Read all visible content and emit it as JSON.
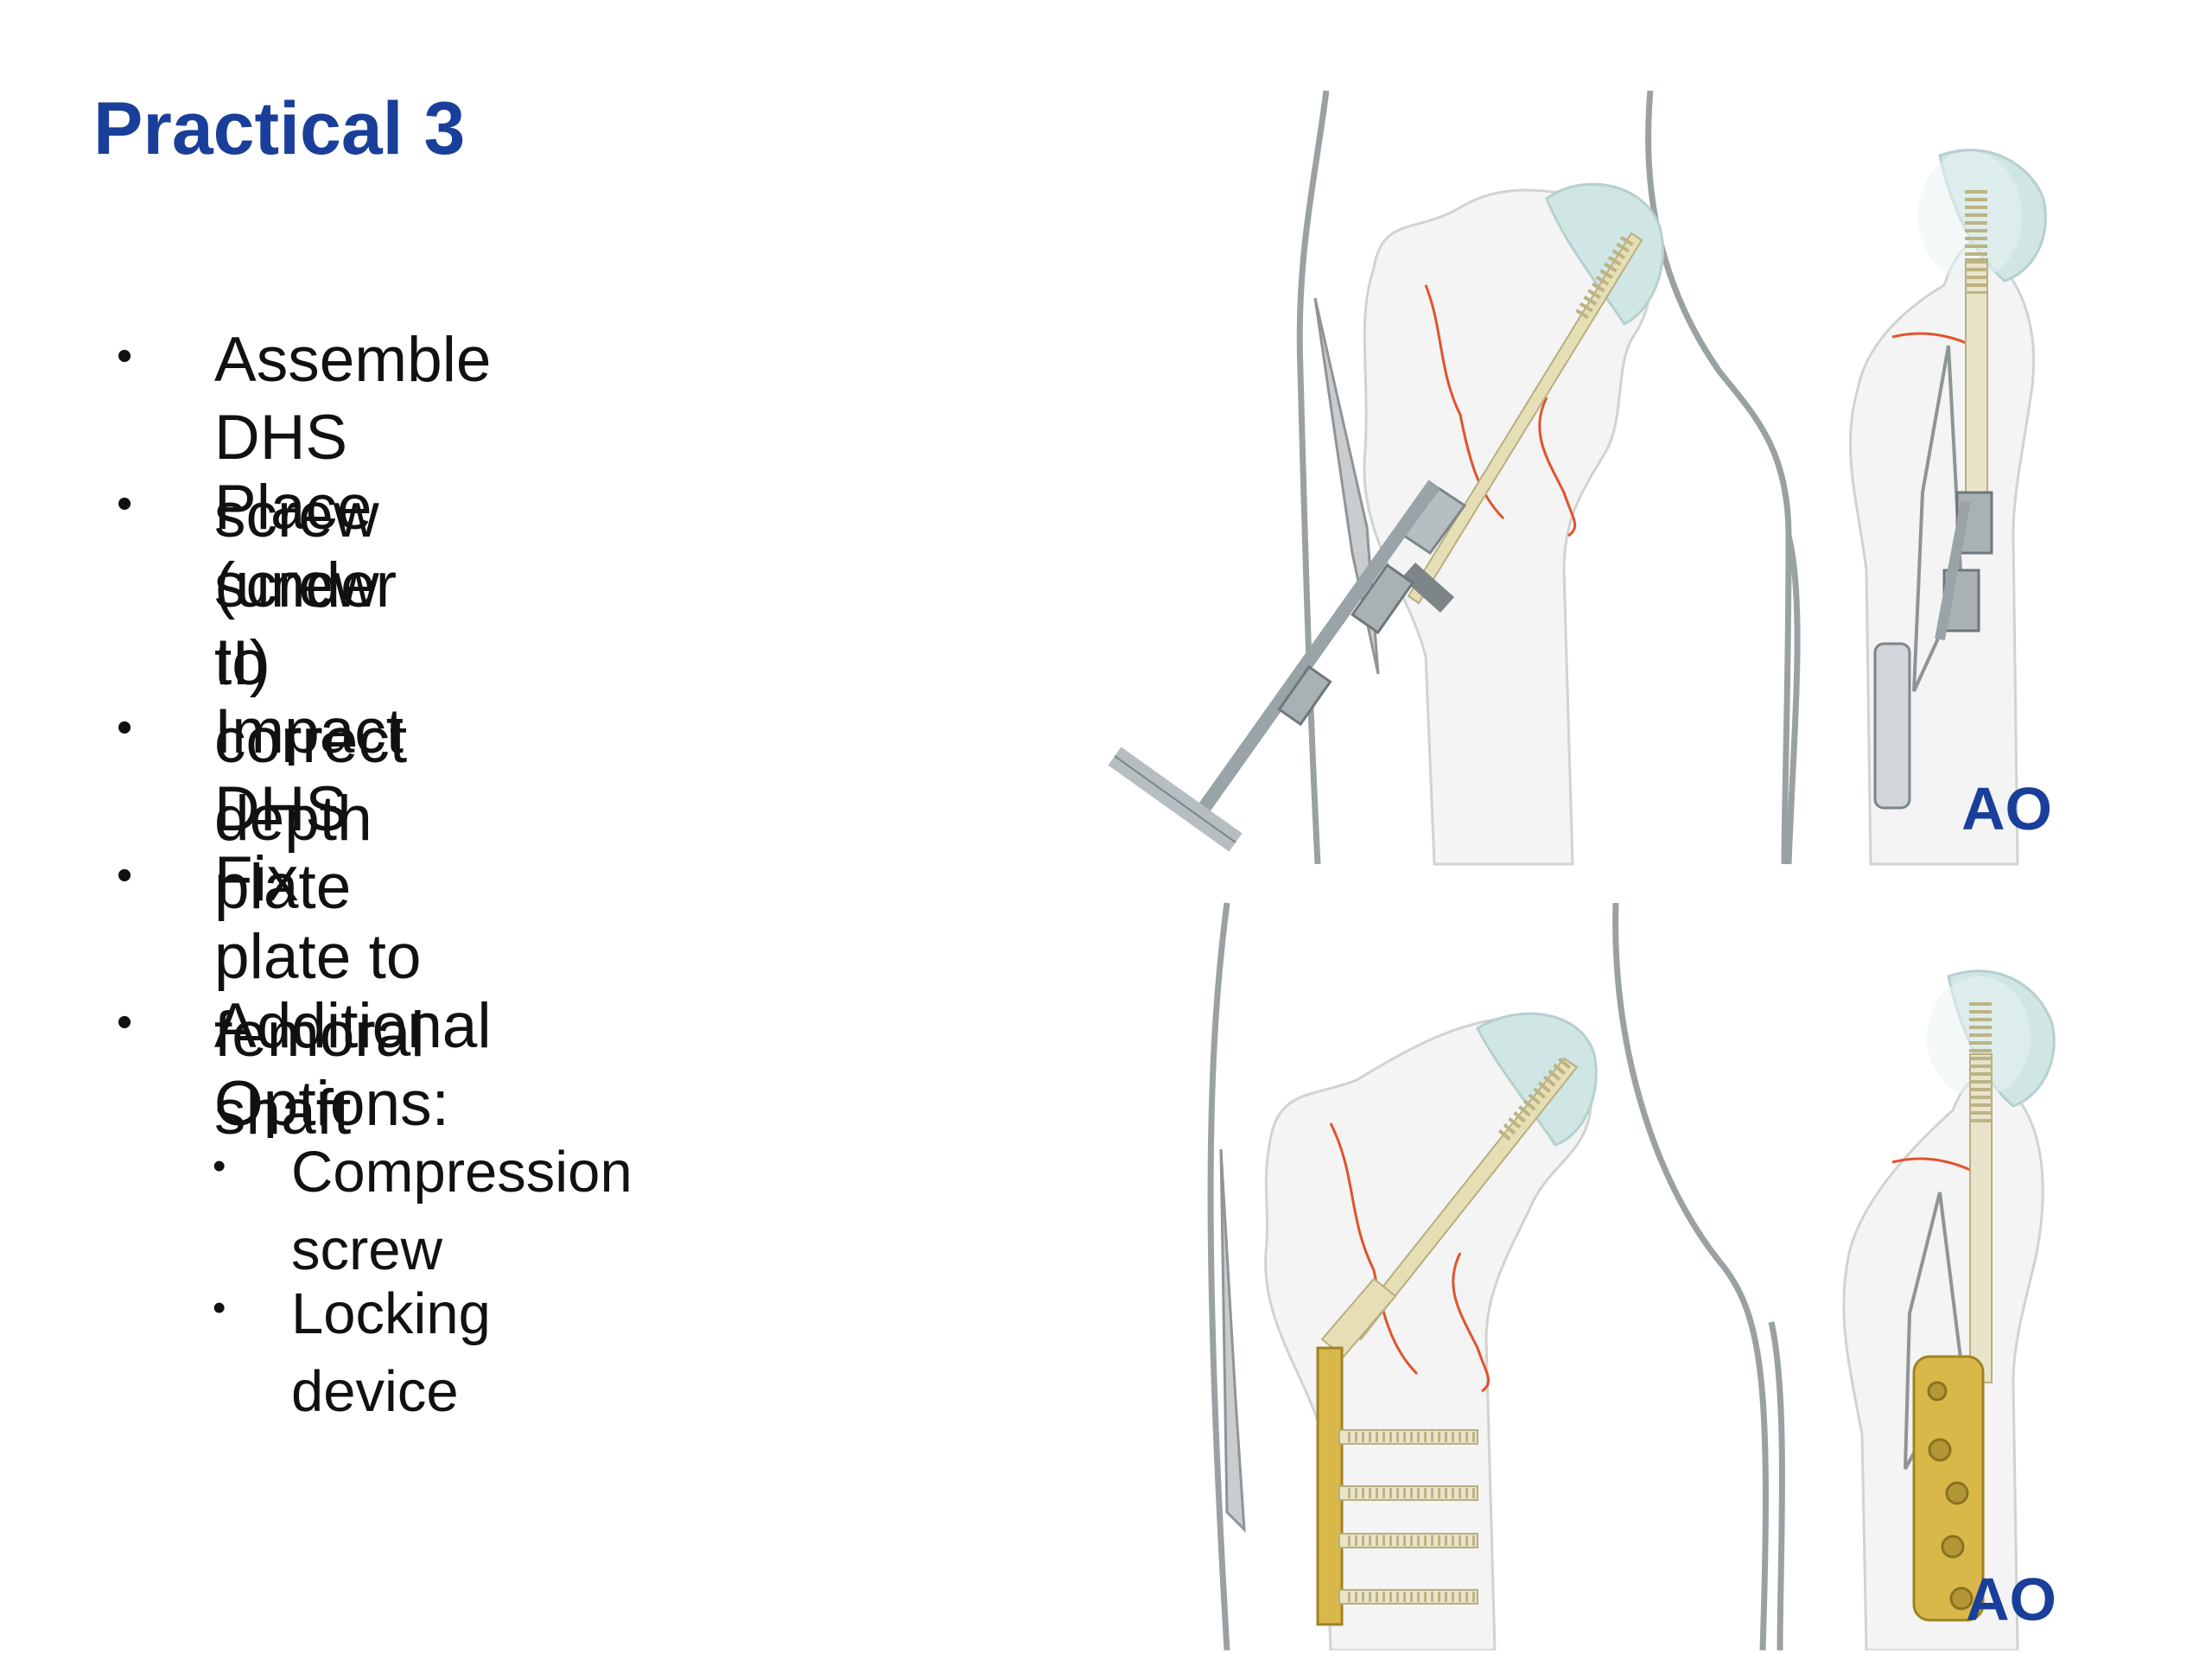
{
  "slide": {
    "title": "Practical 3",
    "bullets": [
      "Assemble DHS screw",
      "Place screw to correct depth",
      "(under II)",
      "Impact DHS plate",
      "Fix plate to femoral shaft",
      "Additional Options:"
    ],
    "sub_bullets": [
      "Compression screw",
      "Locking device"
    ],
    "bullet_glyph": "•"
  },
  "illustration": {
    "logo_text": "AO",
    "colors": {
      "title": "#1a3f9a",
      "bone": "#f3f4f3",
      "bone_outline": "#cfd3d2",
      "femoral_head": "#cfe6e5",
      "fracture": "#e0532f",
      "plate_gold": "#d9b84a",
      "screw": "#e9e4c9",
      "instrument": "#b7bec2",
      "soft_tissue": "#9aa1a4"
    }
  }
}
